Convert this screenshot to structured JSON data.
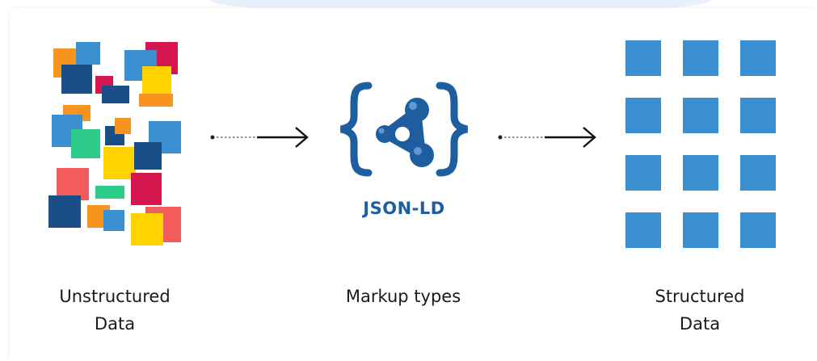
{
  "stages": [
    {
      "caption_line1": "Unstructured",
      "caption_line2": "Data"
    },
    {
      "caption_line1": "Markup types",
      "logo_text": "JSON-LD"
    },
    {
      "caption_line1": "Structured",
      "caption_line2": "Data"
    }
  ],
  "colors": {
    "grid_blue": "#3a8fd0",
    "logo_blue": "#1e5ea0",
    "mosaic_palette": [
      "#f7941d",
      "#3a8fd0",
      "#d6174f",
      "#ffd200",
      "#1a4e86",
      "#2ecc8a",
      "#f25c5c"
    ]
  },
  "icons": {
    "left_shape": "mosaic-of-squares",
    "middle_shape": "json-ld-braces-logo",
    "right_shape": "grid-of-squares",
    "connector": "dotted-arrow-right"
  }
}
